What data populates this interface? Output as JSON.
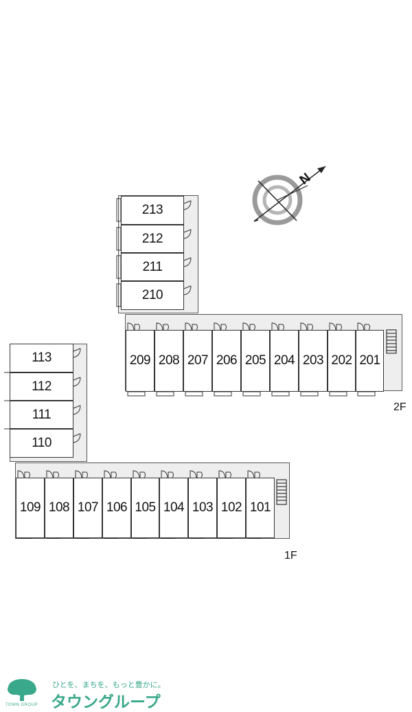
{
  "floors": {
    "second": {
      "label": "2F",
      "rooms_row": [
        "209",
        "208",
        "207",
        "206",
        "205",
        "204",
        "203",
        "202",
        "201"
      ],
      "rooms_wing": [
        "213",
        "212",
        "211",
        "210"
      ]
    },
    "first": {
      "label": "1F",
      "rooms_row": [
        "109",
        "108",
        "107",
        "106",
        "105",
        "104",
        "103",
        "102",
        "101"
      ],
      "rooms_wing": [
        "113",
        "112",
        "111",
        "110"
      ]
    }
  },
  "compass": {
    "north_label": "N"
  },
  "brand": {
    "tagline": "ひとを、まちを、もっと豊かに。",
    "logo_text": "タウングループ",
    "logo_subtext": "TOWN GROUP"
  },
  "colors": {
    "corridor": "#eeeeee",
    "line": "#333333",
    "brand_green": "#3aa88a",
    "compass_gray": "#9a9a9a"
  }
}
